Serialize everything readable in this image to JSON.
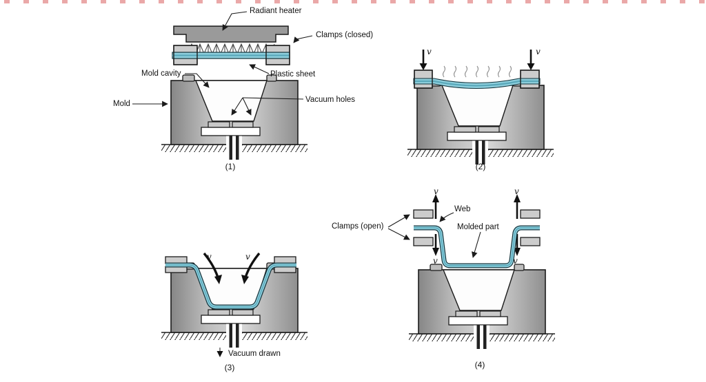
{
  "figure": {
    "panel1": {
      "caption": "(1)",
      "radiant_heater": "Radiant heater",
      "clamps_closed": "Clamps (closed)",
      "plastic_sheet": "Plastic sheet",
      "mold_cavity": "Mold cavity",
      "mold": "Mold",
      "vacuum_holes": "Vacuum holes"
    },
    "panel2": {
      "caption": "(2)",
      "v": "v"
    },
    "panel3": {
      "caption": "(3)",
      "v": "v",
      "vacuum_drawn": "Vacuum drawn"
    },
    "panel4": {
      "caption": "(4)",
      "v": "v",
      "clamps_open": "Clamps (open)",
      "web": "Web",
      "molded_part": "Molded part"
    }
  },
  "colors": {
    "sheet": "#8ecfdd",
    "sheet_core": "#59a8ba",
    "clamp": "#cccccc",
    "heater": "#9a9a9a",
    "mold_dark": "#8a8a8a",
    "mold_light": "#d8d8d8",
    "marker_red": "#d96060"
  }
}
